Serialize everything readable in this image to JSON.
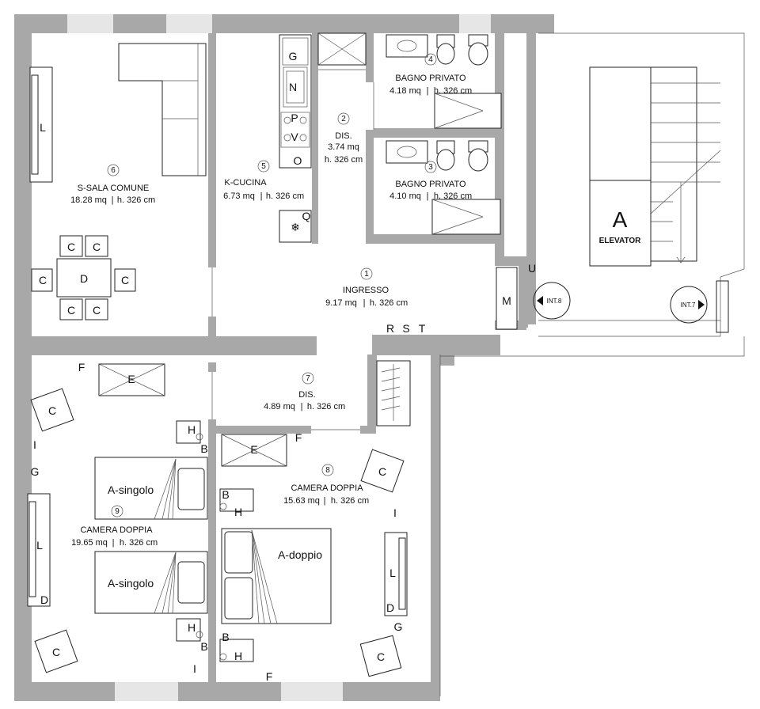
{
  "rooms": [
    {
      "number": "1",
      "name": "INGRESSO",
      "area": "9.17 mq",
      "height": "h. 326 cm"
    },
    {
      "number": "2",
      "name": "DIS.",
      "area": "3.74 mq",
      "height": "h. 326 cm"
    },
    {
      "number": "3",
      "name": "BAGNO PRIVATO",
      "area": "4.10 mq",
      "height": "h. 326 cm"
    },
    {
      "number": "4",
      "name": "BAGNO PRIVATO",
      "area": "4.18 mq",
      "height": "h. 326 cm"
    },
    {
      "number": "5",
      "name": "K-CUCINA",
      "area": "6.73 mq",
      "height": "h. 326 cm"
    },
    {
      "number": "6",
      "name": "S-SALA COMUNE",
      "area": "18.28 mq",
      "height": "h. 326 cm"
    },
    {
      "number": "7",
      "name": "DIS.",
      "area": "4.89 mq",
      "height": "h. 326 cm"
    },
    {
      "number": "8",
      "name": "CAMERA DOPPIA",
      "area": "15.63 mq",
      "height": "h. 326 cm"
    },
    {
      "number": "9",
      "name": "CAMERA DOPPIA",
      "area": "19.65 mq",
      "height": "h. 326 cm"
    }
  ],
  "separator": "|",
  "elevator": {
    "letter": "A",
    "label": "ELEVATOR"
  },
  "doors": {
    "int8": "INT.8",
    "int7": "INT.7"
  },
  "beds": {
    "single": "A-singolo",
    "double": "A-doppio"
  },
  "letters": {
    "G": "G",
    "N": "N",
    "P": "P",
    "V": "V",
    "O": "O",
    "Q": "Q",
    "L": "L",
    "C": "C",
    "D": "D",
    "E": "E",
    "F": "F",
    "I": "I",
    "H": "H",
    "B": "B",
    "M": "M",
    "U": "U",
    "R": "R",
    "S": "S",
    "T": "T"
  },
  "colors": {
    "wall": "#a8a8a8",
    "line": "#222222",
    "background": "#ffffff"
  }
}
